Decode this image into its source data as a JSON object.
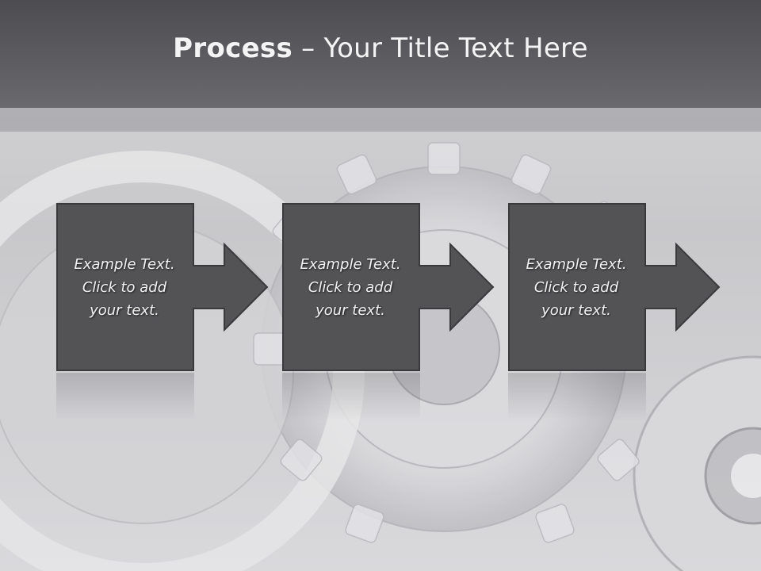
{
  "slide": {
    "title_bold": "Process",
    "title_dash": " – ",
    "title_rest": "Your Title Text Here"
  },
  "steps": [
    {
      "line1": "Example Text.",
      "line2": "Click  to add",
      "line3": "your text."
    },
    {
      "line1": "Example Text.",
      "line2": "Click  to add",
      "line3": "your text."
    },
    {
      "line1": "Example Text.",
      "line2": "Click  to add",
      "line3": "your text."
    }
  ],
  "colors": {
    "title_bar": "#5a5a5e",
    "box_fill": "#535356",
    "box_border": "#3a3a3d",
    "text": "#f2f2f2"
  }
}
